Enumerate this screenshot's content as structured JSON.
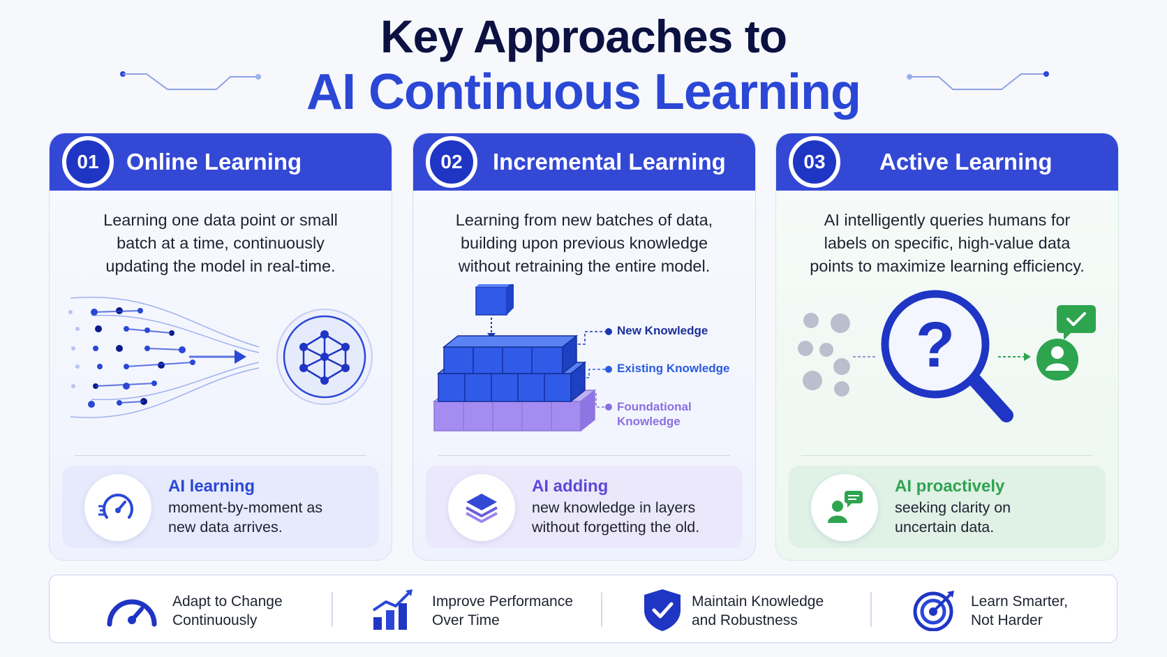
{
  "title": {
    "line1": "Key Approaches to",
    "line2": "AI Continuous Learning"
  },
  "colors": {
    "primary": "#3448d6",
    "dark_navy": "#0b1140",
    "green": "#2ea44f",
    "purple": "#8b6fe0"
  },
  "cards": [
    {
      "number": "01",
      "title": "Online Learning",
      "description": [
        "Learning one data point or small",
        "batch at a time, continuously",
        "updating the model in real-time."
      ],
      "illustration_icon": "neural-network-icon",
      "summary": {
        "icon": "speed-gauge-icon",
        "heading": "AI learning",
        "body": [
          "moment-by-moment as",
          "new data arrives."
        ]
      }
    },
    {
      "number": "02",
      "title": "Incremental Learning",
      "description": [
        "Learning from new batches of data,",
        "building upon previous knowledge",
        "without retraining the entire model."
      ],
      "layers": [
        "New Knowledge",
        "Existing Knowledge",
        "Foundational Knowledge"
      ],
      "summary": {
        "icon": "layers-icon",
        "heading": "AI adding",
        "body": [
          "new knowledge in layers",
          "without forgetting the old."
        ]
      }
    },
    {
      "number": "03",
      "title": "Active Learning",
      "description": [
        "AI intelligently queries humans for",
        "labels on specific, high-value data",
        "points to maximize learning efficiency."
      ],
      "illustration_icon": "magnifier-question-icon",
      "summary": {
        "icon": "user-chat-icon",
        "heading": "AI proactively",
        "body": [
          "seeking clarity on",
          "uncertain data."
        ]
      }
    }
  ],
  "benefits": [
    {
      "icon": "gauge-icon",
      "lines": [
        "Adapt to Change",
        "Continuously"
      ]
    },
    {
      "icon": "growth-chart-icon",
      "lines": [
        "Improve Performance",
        "Over Time"
      ]
    },
    {
      "icon": "shield-check-icon",
      "lines": [
        "Maintain Knowledge",
        "and Robustness"
      ]
    },
    {
      "icon": "target-icon",
      "lines": [
        "Learn Smarter,",
        "Not Harder"
      ]
    }
  ]
}
